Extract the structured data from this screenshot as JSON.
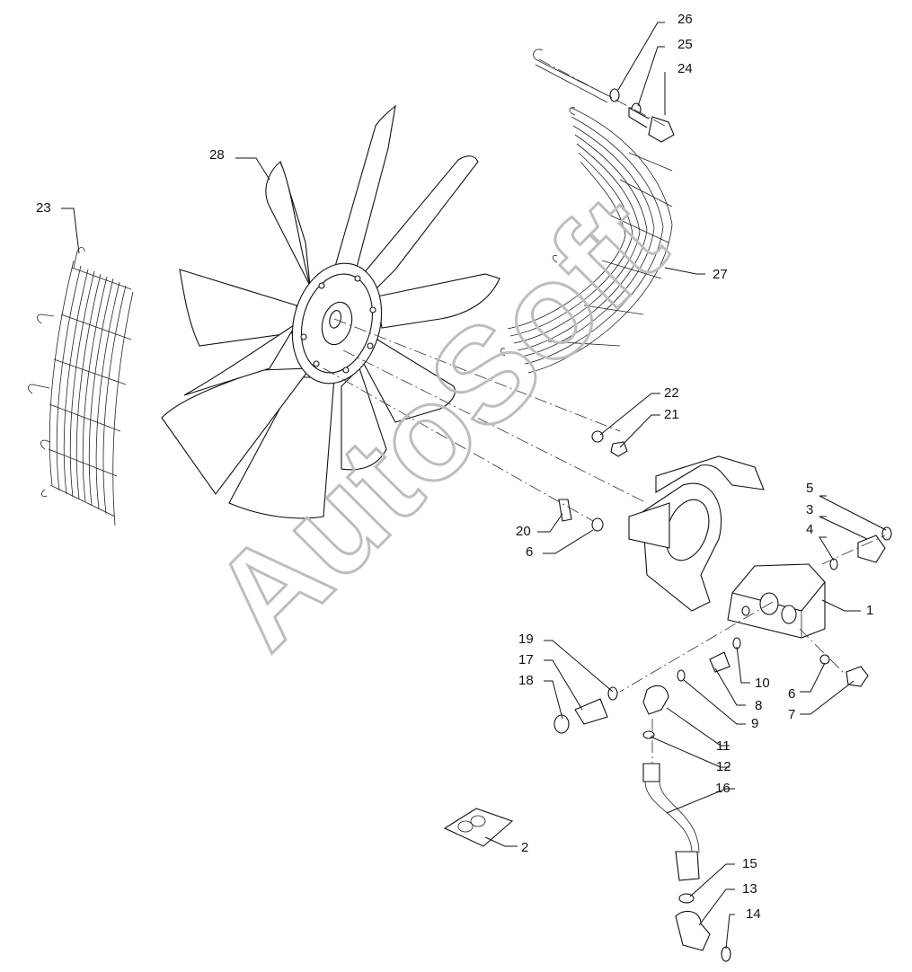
{
  "watermark": "AutoSoft",
  "corner_mark": "",
  "callouts": [
    {
      "id": "c1",
      "text": "1"
    },
    {
      "id": "c2",
      "text": "2"
    },
    {
      "id": "c3",
      "text": "3"
    },
    {
      "id": "c4",
      "text": "4"
    },
    {
      "id": "c5",
      "text": "5"
    },
    {
      "id": "c6a",
      "text": "6"
    },
    {
      "id": "c6b",
      "text": "6"
    },
    {
      "id": "c7",
      "text": "7"
    },
    {
      "id": "c8",
      "text": "8"
    },
    {
      "id": "c9",
      "text": "9"
    },
    {
      "id": "c10",
      "text": "10"
    },
    {
      "id": "c11",
      "text": "11"
    },
    {
      "id": "c12",
      "text": "12"
    },
    {
      "id": "c13",
      "text": "13"
    },
    {
      "id": "c14",
      "text": "14"
    },
    {
      "id": "c15",
      "text": "15"
    },
    {
      "id": "c16",
      "text": "16"
    },
    {
      "id": "c17",
      "text": "17"
    },
    {
      "id": "c18",
      "text": "18"
    },
    {
      "id": "c19",
      "text": "19"
    },
    {
      "id": "c20",
      "text": "20"
    },
    {
      "id": "c21",
      "text": "21"
    },
    {
      "id": "c22",
      "text": "22"
    },
    {
      "id": "c23",
      "text": "23"
    },
    {
      "id": "c24",
      "text": "24"
    },
    {
      "id": "c25",
      "text": "25"
    },
    {
      "id": "c26",
      "text": "26"
    },
    {
      "id": "c27",
      "text": "27"
    },
    {
      "id": "c28",
      "text": "28"
    }
  ]
}
